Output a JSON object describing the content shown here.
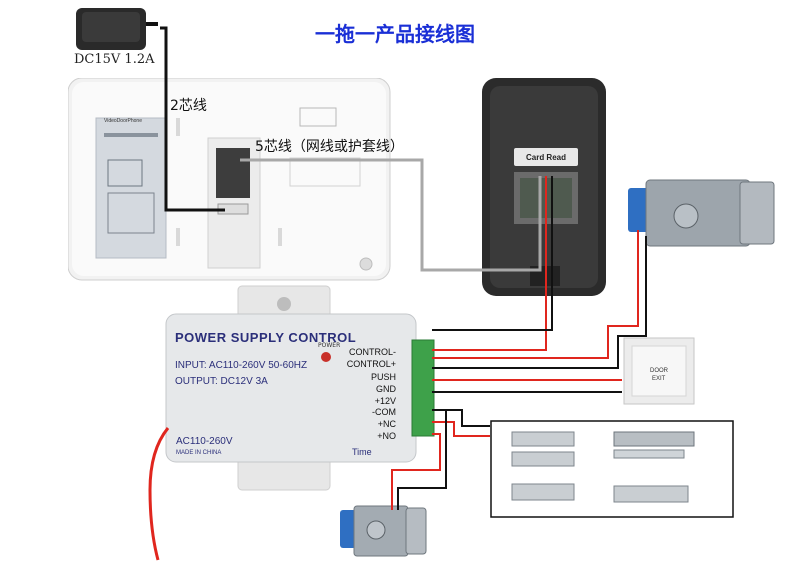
{
  "title": "一拖一产品接线图",
  "adapter": {
    "label": "DC15V 1.2A"
  },
  "wires": {
    "two_core": "2芯线",
    "five_core": "5芯线（网线或护套线）"
  },
  "reader": {
    "label": "Card Read"
  },
  "psu": {
    "title": "POWER SUPPLY CONTROL",
    "input": "INPUT: AC110-260V 50-60HZ",
    "output": "OUTPUT: DC12V  3A",
    "ac": "AC110-260V",
    "made_in": "MADE IN CHINA",
    "power_led": "POWER",
    "time": "Time",
    "terminals": [
      "CONTROL-",
      "CONTROL+",
      "PUSH",
      "GND",
      "+12V",
      "-COM",
      "+NC",
      "+NO"
    ]
  },
  "exit_button": {
    "door": "DOOR",
    "exit": "EXIT"
  },
  "monitor": {
    "brand": "VideoDoorPhone"
  },
  "colors": {
    "title": "#1a2fd6",
    "wire_red": "#e0261e",
    "wire_black": "#111111",
    "wire_gray": "#a8a8a8"
  }
}
